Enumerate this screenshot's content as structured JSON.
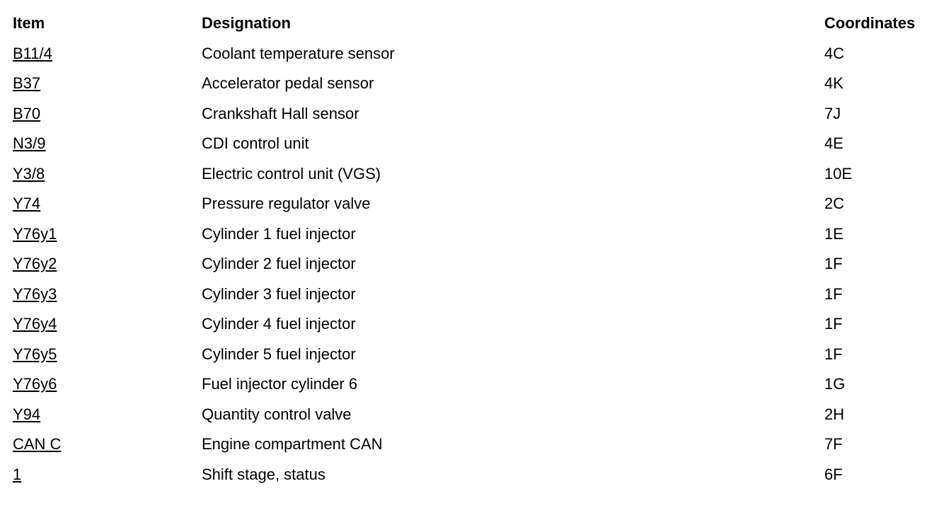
{
  "table": {
    "headers": {
      "item": "Item",
      "designation": "Designation",
      "coordinates": "Coordinates"
    },
    "rows": [
      {
        "item": "B11/4",
        "designation": "Coolant temperature sensor",
        "coordinates": "4C"
      },
      {
        "item": "B37",
        "designation": "Accelerator pedal sensor",
        "coordinates": "4K"
      },
      {
        "item": "B70",
        "designation": "Crankshaft Hall sensor",
        "coordinates": "7J"
      },
      {
        "item": "N3/9",
        "designation": "CDI control unit",
        "coordinates": "4E"
      },
      {
        "item": "Y3/8",
        "designation": "Electric control unit (VGS)",
        "coordinates": "10E"
      },
      {
        "item": "Y74",
        "designation": "Pressure regulator valve",
        "coordinates": "2C"
      },
      {
        "item": "Y76y1",
        "designation": "Cylinder 1 fuel injector",
        "coordinates": "1E"
      },
      {
        "item": "Y76y2",
        "designation": "Cylinder 2 fuel injector",
        "coordinates": "1F"
      },
      {
        "item": "Y76y3",
        "designation": "Cylinder 3 fuel injector",
        "coordinates": "1F"
      },
      {
        "item": "Y76y4",
        "designation": "Cylinder 4 fuel injector",
        "coordinates": "1F"
      },
      {
        "item": "Y76y5",
        "designation": "Cylinder 5 fuel injector",
        "coordinates": "1F"
      },
      {
        "item": "Y76y6",
        "designation": "Fuel injector cylinder 6",
        "coordinates": "1G"
      },
      {
        "item": "Y94",
        "designation": "Quantity control valve",
        "coordinates": "2H"
      },
      {
        "item": "CAN C",
        "designation": "Engine compartment CAN",
        "coordinates": "7F"
      },
      {
        "item": "1",
        "designation": "Shift stage, status",
        "coordinates": "6F"
      }
    ]
  }
}
